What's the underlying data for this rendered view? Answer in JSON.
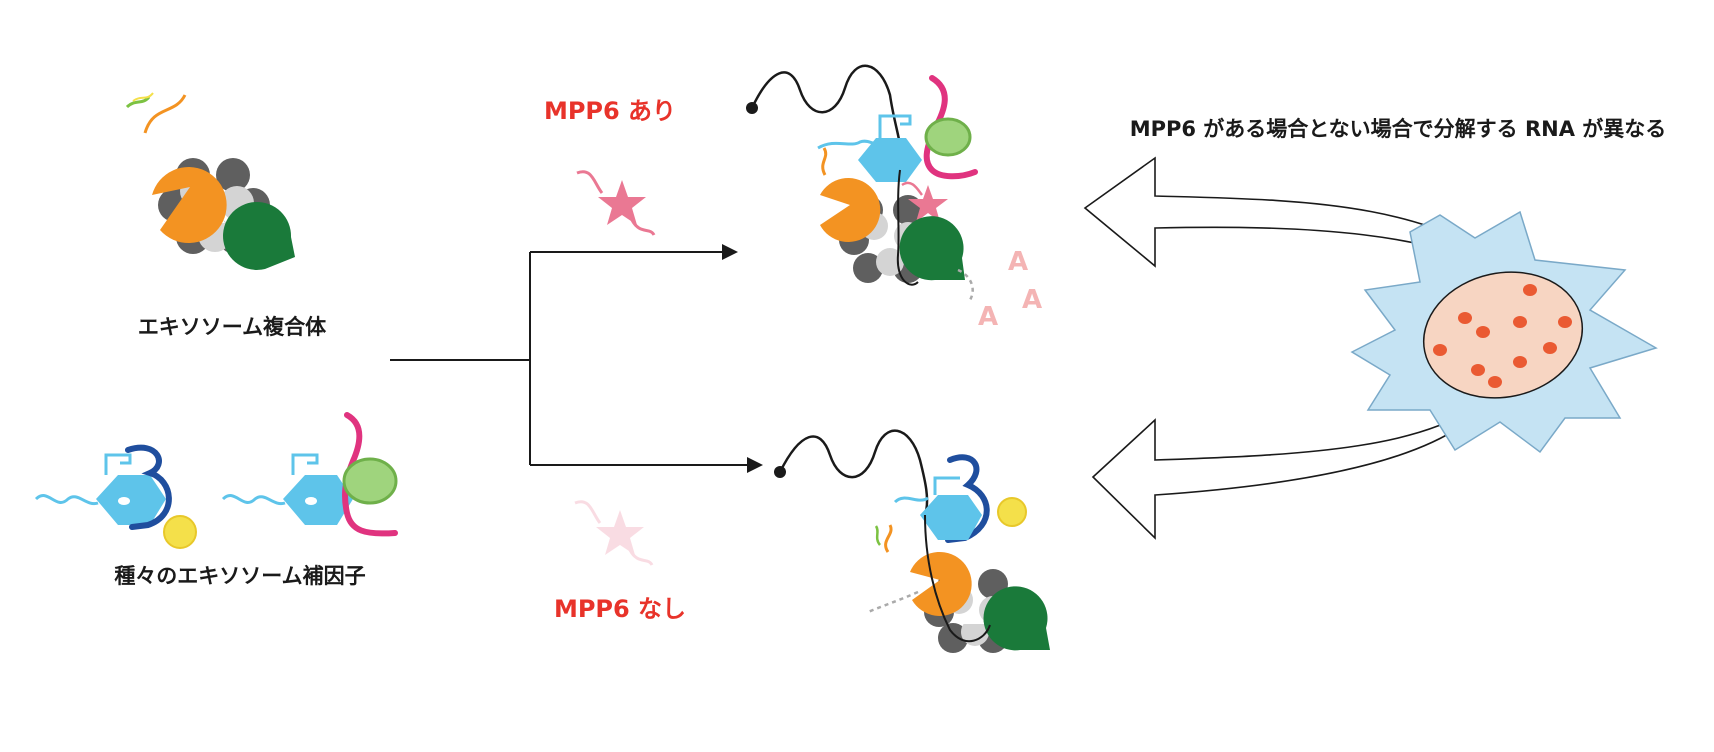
{
  "labels": {
    "exosome_complex": "エキソソーム複合体",
    "cofactors": "種々のエキソソーム補因子",
    "with_mpp6": "MPP6 あり",
    "without_mpp6": "MPP6 なし",
    "conclusion": "MPP6 がある場合とない場合で分解する RNA が異なる",
    "poly_a": "A"
  },
  "colors": {
    "exoribonuclease_orange": "#f39322",
    "exoribonuclease_green": "#1a7a3a",
    "core_dark": "#5f5f5f",
    "core_light": "#d4d4d4",
    "helicase_blue": "#5ec4ea",
    "arch_navy": "#1f4e9e",
    "cofactor_magenta": "#e0337f",
    "yellow_cofactor": "#f4e04a",
    "green_cofactor": "#9fd47d",
    "mpp6_star": "#ea7893",
    "label_red": "#e8332a",
    "cell_membrane": "#c5e3f3",
    "nucleus": "#f7d5c2",
    "nucleus_dots": "#ea5a32",
    "poly_a_pink": "#f4b4b4"
  }
}
